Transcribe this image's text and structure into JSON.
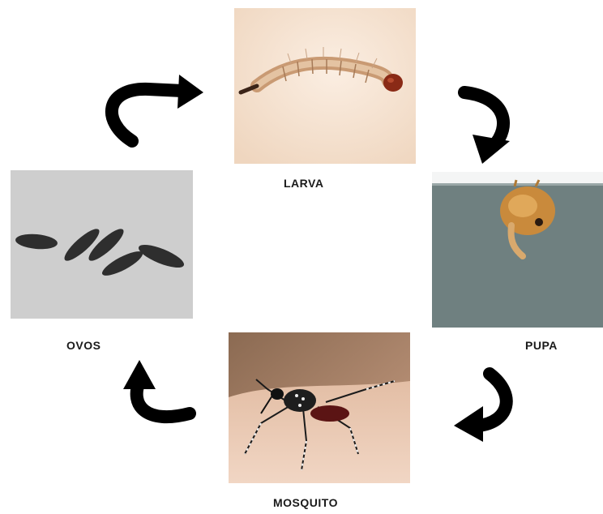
{
  "diagram": {
    "stages": [
      {
        "id": "larva",
        "label": "LARVA"
      },
      {
        "id": "pupa",
        "label": "PUPA"
      },
      {
        "id": "mosquito",
        "label": "MOSQUITO"
      },
      {
        "id": "ovos",
        "label": "OVOS"
      }
    ],
    "cycle_direction": "clockwise",
    "arrow_color": "#000000"
  }
}
